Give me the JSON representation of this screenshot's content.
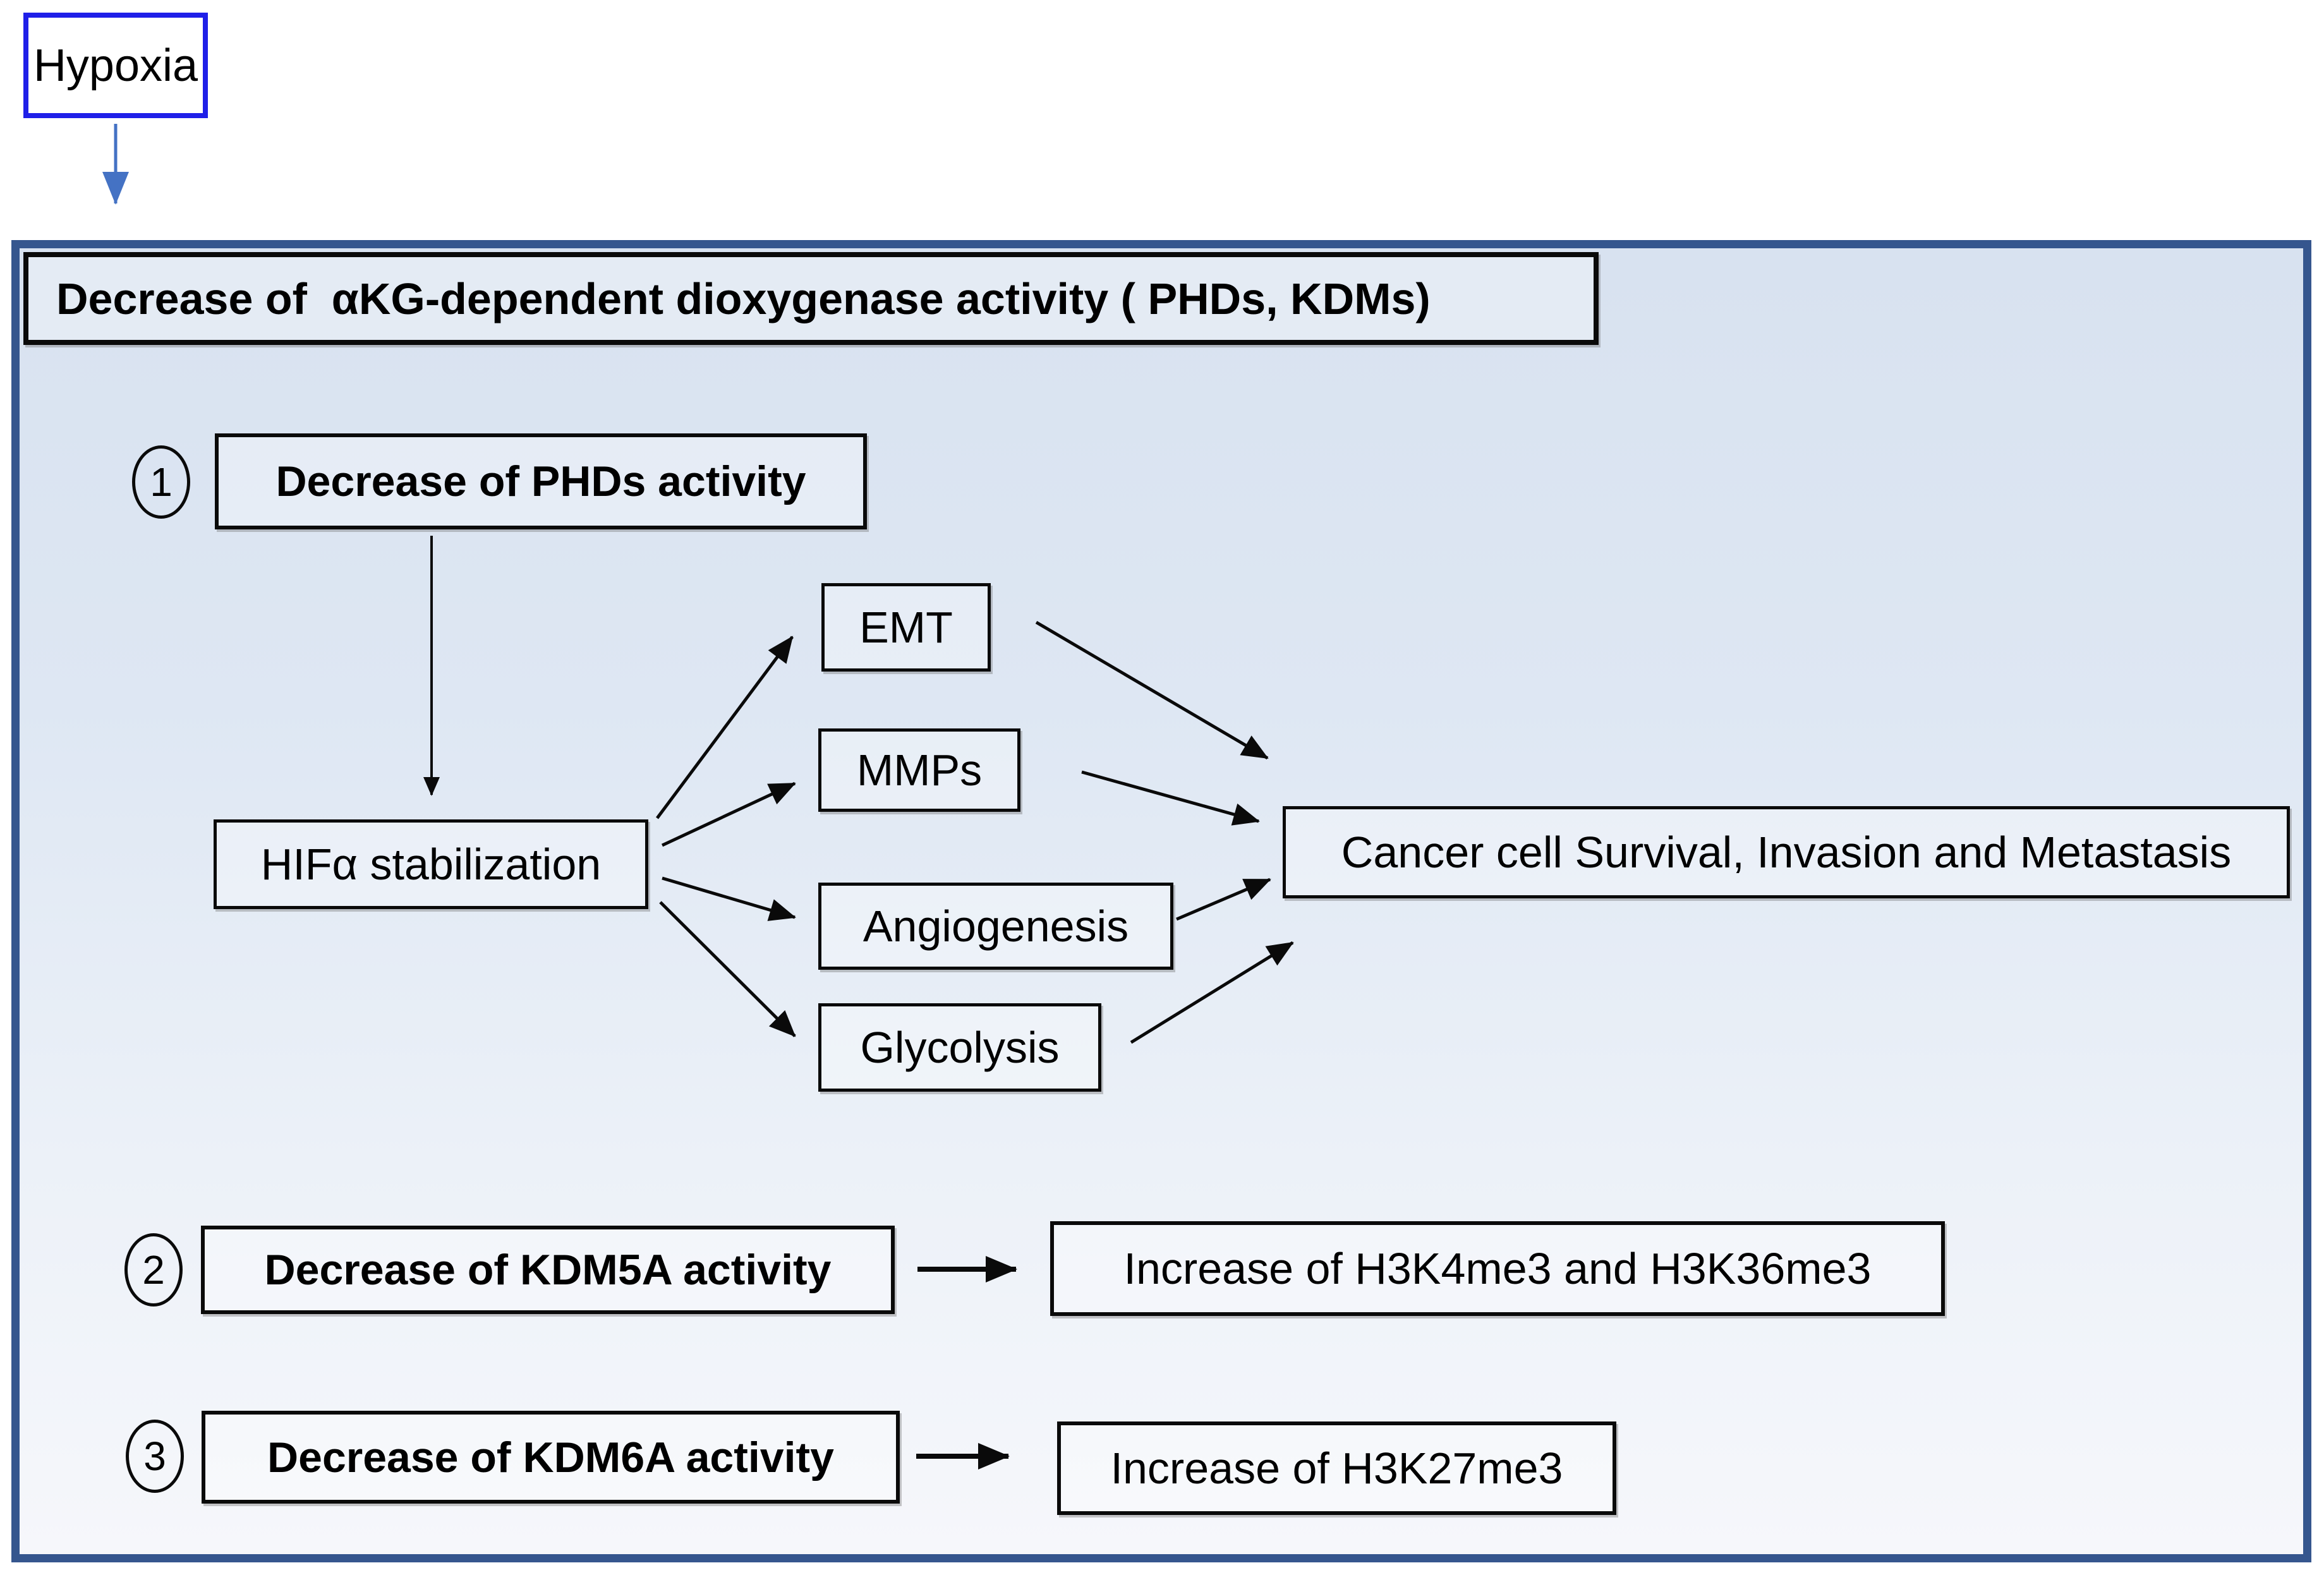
{
  "hypoxia": {
    "label": "Hypoxia"
  },
  "diagram": {
    "header": "Decrease of  αKG-dependent dioxygenase activity ( PHDs, KDMs)",
    "pathway1": {
      "number": "1",
      "trigger": "Decrease of PHDs activity",
      "mediator": "HIFα stabilization",
      "effects": [
        "EMT",
        "MMPs",
        "Angiogenesis",
        "Glycolysis"
      ],
      "outcome": "Cancer cell Survival, Invasion and Metastasis"
    },
    "pathway2": {
      "number": "2",
      "trigger": "Decrease of KDM5A activity",
      "outcome": "Increase of H3K4me3 and H3K36me3"
    },
    "pathway3": {
      "number": "3",
      "trigger": "Decrease of KDM6A activity",
      "outcome": "Increase of H3K27me3"
    },
    "colors": {
      "hypoxia_border": "#1f1fe8",
      "container_border": "#35568e",
      "container_background_top": "#d8e2f0",
      "container_background_bottom": "#f6f7fb",
      "hypoxia_arrow": "#4472c4",
      "arrow": "#0a0a0a"
    }
  }
}
